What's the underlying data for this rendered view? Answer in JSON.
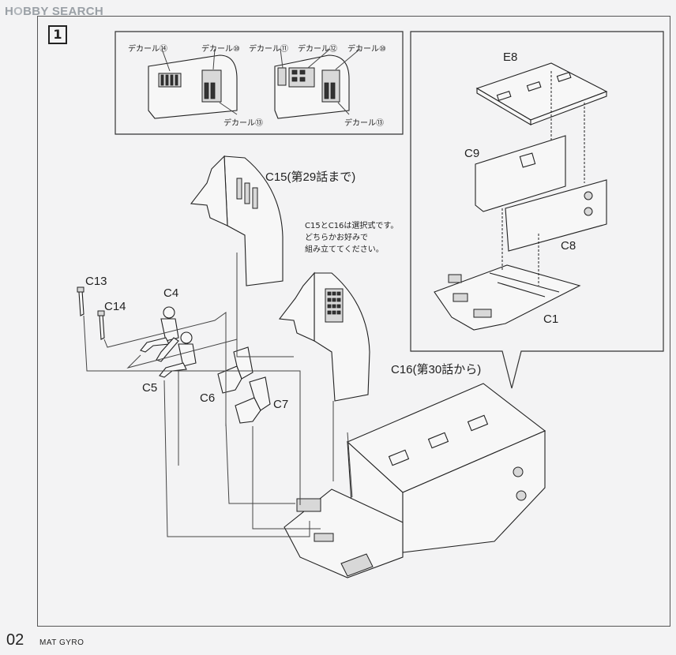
{
  "watermark": {
    "brand_a": "H",
    "brand_b": "BBY SEARCH"
  },
  "step": {
    "number": "1"
  },
  "decal_callouts": {
    "left_top": "デカール⑭",
    "left_top2": "デカール⑩",
    "left_bottom": "デカール⑬",
    "right_top1": "デカール⑪",
    "right_top2": "デカール⑫",
    "right_top3": "デカール⑩",
    "right_bottom": "デカール⑬"
  },
  "parts": {
    "e8": "E8",
    "c9": "C9",
    "c8": "C8",
    "c1": "C1",
    "c15": "C15(第29話まで)",
    "c16": "C16(第30話から)",
    "c13": "C13",
    "c14": "C14",
    "c4": "C4",
    "c5": "C5",
    "c6": "C6",
    "c7": "C7"
  },
  "note_lines": [
    "C15とC16は選択式です。",
    "どちらかお好みで",
    "組み立ててください。"
  ],
  "footer": {
    "page": "02",
    "title": "MAT GYRO"
  }
}
